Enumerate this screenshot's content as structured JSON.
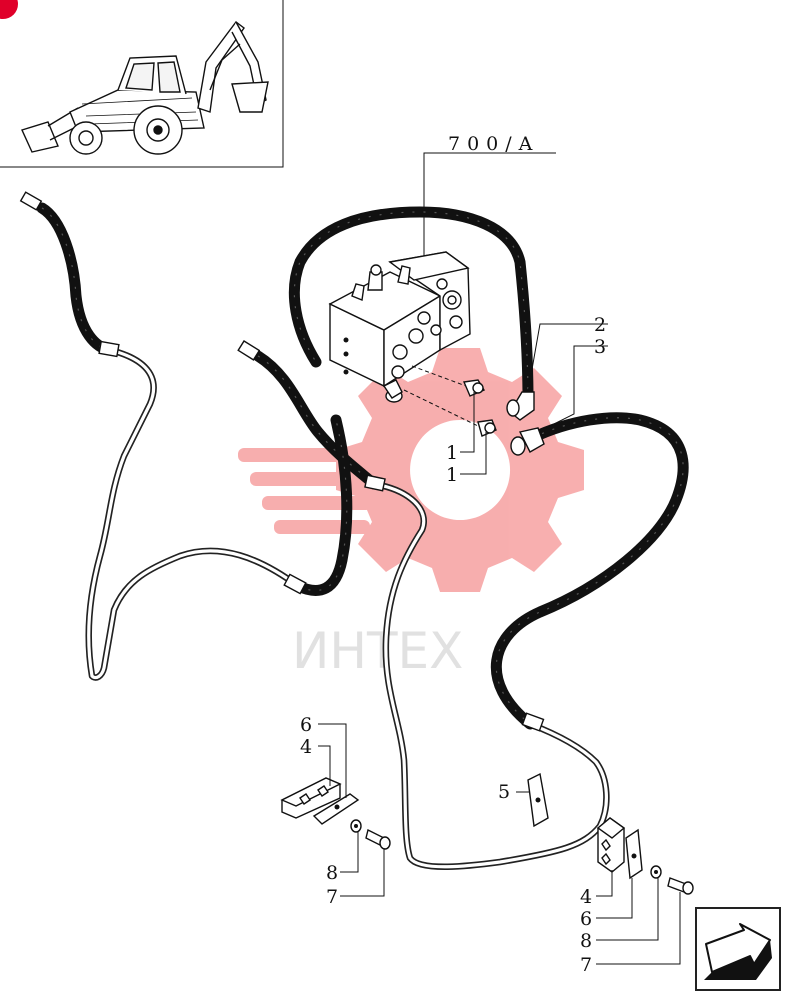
{
  "reference_label": "700/A",
  "watermark_text": "ИНТЕХ",
  "callouts": {
    "hose_left": "2",
    "hose_right": "3",
    "adapter_upper": "1",
    "adapter_lower": "1",
    "bracket_center": "5",
    "left_clamp_plate": "6",
    "left_clamp_block": "4",
    "left_washer": "8",
    "left_bolt": "7",
    "right_clamp_block": "4",
    "right_clamp_plate": "6",
    "right_washer": "8",
    "right_bolt": "7"
  },
  "colors": {
    "ink": "#111111",
    "watermark": "#f26d6d",
    "badge": "#e0002a",
    "frame": "#222222"
  },
  "icons": {
    "vehicle": "backhoe-loader-icon",
    "navigation": "next-page-arrow-icon"
  }
}
